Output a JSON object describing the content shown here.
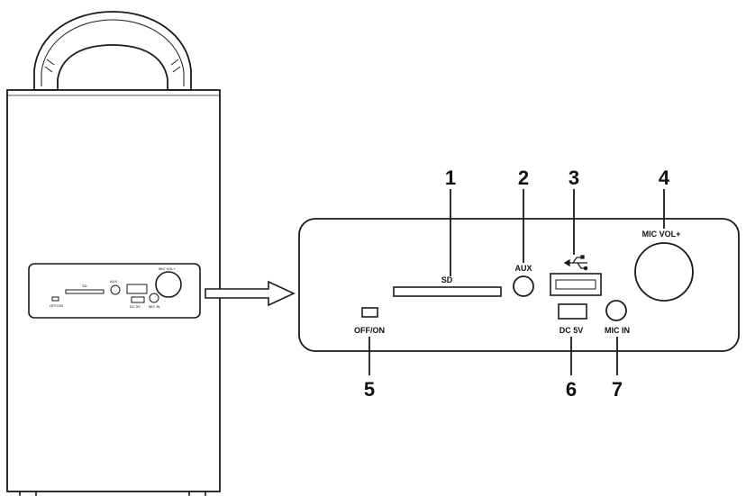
{
  "diagram": {
    "colors": {
      "stroke": "#1a1a1a",
      "background": "#ffffff"
    },
    "callouts": [
      {
        "number": "1",
        "label": "SD"
      },
      {
        "number": "2",
        "label": "AUX"
      },
      {
        "number": "3",
        "label": ""
      },
      {
        "number": "4",
        "label": "MIC VOL+"
      },
      {
        "number": "5",
        "label": "OFF/ON"
      },
      {
        "number": "6",
        "label": "DC 5V"
      },
      {
        "number": "7",
        "label": "MIC IN"
      }
    ],
    "icons": {
      "usb": "usb-icon",
      "arrow": "arrow-right-icon"
    }
  }
}
